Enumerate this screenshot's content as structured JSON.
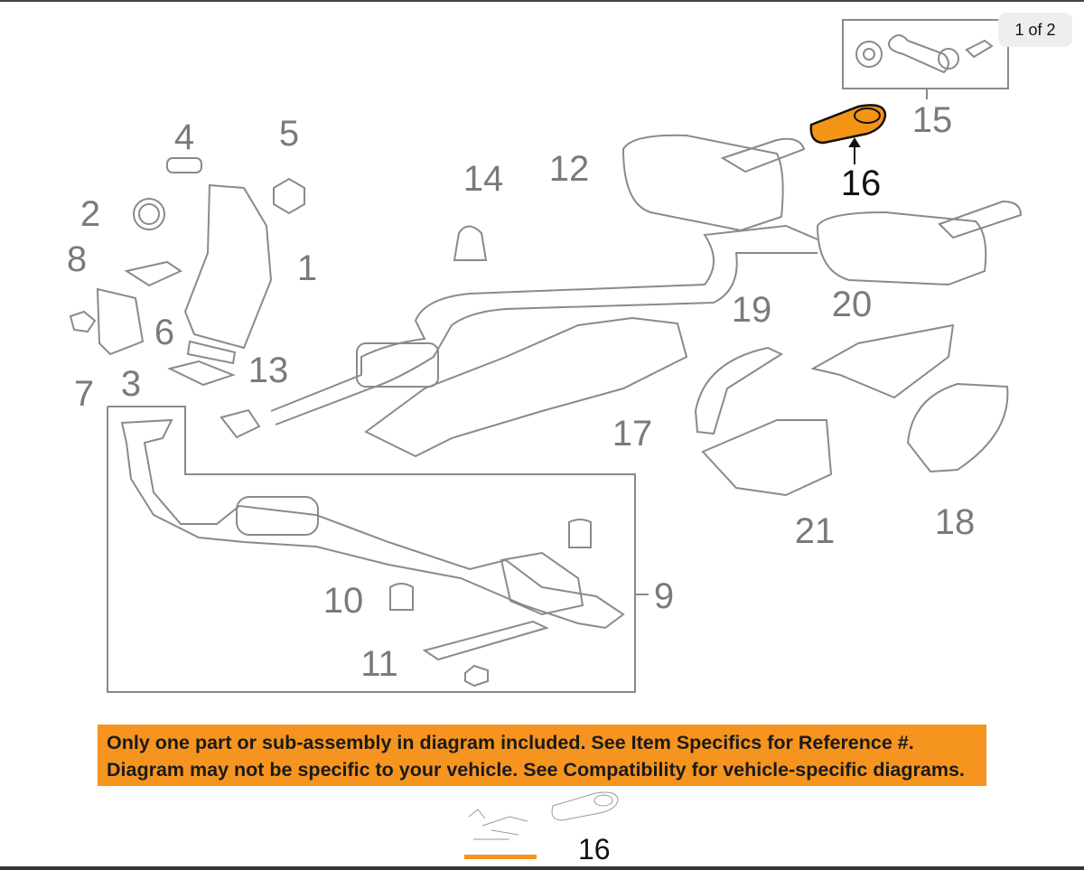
{
  "viewer": {
    "counter": "1 of 2"
  },
  "diagram": {
    "callouts": [
      "1",
      "2",
      "3",
      "4",
      "5",
      "6",
      "7",
      "8",
      "9",
      "10",
      "11",
      "12",
      "13",
      "14",
      "15",
      "16",
      "17",
      "18",
      "19",
      "20",
      "21"
    ],
    "highlighted_part": "16",
    "highlight_color": "#f39415"
  },
  "banner": {
    "line1": "Only one part or sub-assembly in diagram included. See Item Specifics for Reference #.",
    "line2": "Diagram may not be specific to your vehicle. See Compatibility for vehicle-specific diagrams.",
    "color": "#f5941e"
  },
  "thumbnails": [
    {
      "label": ""
    },
    {
      "label": "16"
    }
  ]
}
